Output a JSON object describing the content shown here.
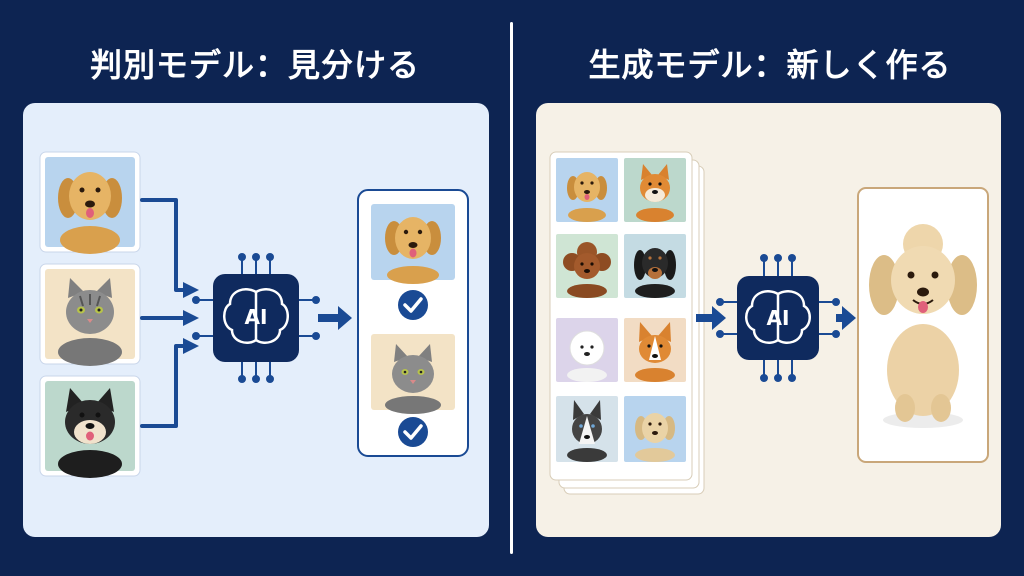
{
  "left": {
    "title": "判別モデル：見分ける",
    "model_label": "AI",
    "inputs": [
      "golden-retriever",
      "tabby-cat",
      "shiba-inu"
    ],
    "outputs": [
      "golden-retriever",
      "tabby-cat"
    ]
  },
  "right": {
    "title": "生成モデル：新しく作る",
    "model_label": "AI",
    "training_images": [
      "golden-retriever",
      "shiba-inu",
      "toy-poodle",
      "dachshund",
      "bichon",
      "corgi",
      "husky",
      "labrador"
    ],
    "output": "goldendoodle"
  },
  "colors": {
    "background": "#0d2452",
    "accent": "#1a4a94",
    "chip": "#0f2a5e",
    "left_panel": "#e4eefb",
    "right_panel": "#f6f1e7",
    "output_frame": "#c9a77a"
  }
}
